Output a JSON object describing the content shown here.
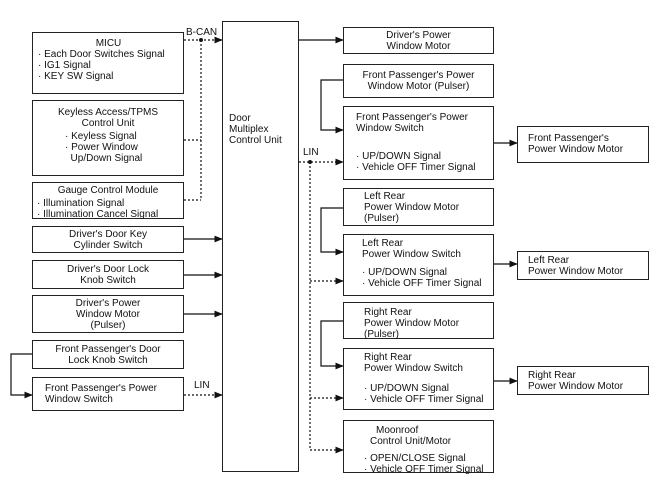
{
  "buses": {
    "b_can": "B-CAN",
    "lin": "LIN",
    "lin_left": "LIN"
  },
  "micu": {
    "title": "MICU",
    "lines": [
      "· Each Door Switches Signal",
      "· IG1 Signal",
      "· KEY SW Signal"
    ]
  },
  "keyless": {
    "title_1": "Keyless Access/TPMS",
    "title_2": "Control Unit",
    "lines": [
      "· Keyless Signal",
      "· Power Window",
      "  Up/Down Signal"
    ]
  },
  "gauge": {
    "title": "Gauge Control Module",
    "lines": [
      "· Illumination Signal",
      "· Illumination Cancel Signal"
    ]
  },
  "key_cyl": {
    "lines": [
      "Driver's Door Key",
      "Cylinder Switch"
    ]
  },
  "lock_knob": {
    "lines": [
      "Driver's Door Lock",
      "Knob Switch"
    ]
  },
  "drv_pulser": {
    "lines": [
      "Driver's Power",
      "Window Motor",
      "(Pulser)"
    ]
  },
  "fp_lock": {
    "lines": [
      "Front Passenger's Door",
      "Lock Knob Switch"
    ]
  },
  "fp_pws_left": {
    "lines": [
      "Front Passenger's Power",
      "Window Switch"
    ]
  },
  "center": {
    "lines": [
      "Door",
      "Multiplex",
      "Control Unit"
    ]
  },
  "drv_motor": {
    "lines": [
      "Driver's Power",
      "Window Motor"
    ]
  },
  "fp_motor_pulser": {
    "lines": [
      "Front Passenger's Power",
      "Window Motor (Pulser)"
    ]
  },
  "fp_switch": {
    "title_1": "Front Passenger's Power",
    "title_2": "Window Switch",
    "lines": [
      "· UP/DOWN Signal",
      "· Vehicle OFF Timer Signal"
    ]
  },
  "fp_motor_out": {
    "lines": [
      "Front Passenger's",
      "Power Window Motor"
    ]
  },
  "lr_pulser": {
    "lines": [
      "Left Rear",
      "Power Window Motor",
      "(Pulser)"
    ]
  },
  "lr_switch": {
    "title_1": "Left Rear",
    "title_2": "Power Window Switch",
    "lines": [
      "· UP/DOWN Signal",
      "· Vehicle OFF Timer Signal"
    ]
  },
  "lr_motor_out": {
    "lines": [
      "Left Rear",
      "Power Window Motor"
    ]
  },
  "rr_pulser": {
    "lines": [
      "Right Rear",
      "Power Window Motor",
      "(Pulser)"
    ]
  },
  "rr_switch": {
    "title_1": "Right Rear",
    "title_2": "Power Window Switch",
    "lines": [
      "· UP/DOWN Signal",
      "· Vehicle OFF Timer Signal"
    ]
  },
  "rr_motor_out": {
    "lines": [
      "Right Rear",
      "Power Window Motor"
    ]
  },
  "moonroof": {
    "title_1": "Moonroof",
    "title_2": "Control Unit/Motor",
    "lines": [
      "· OPEN/CLOSE Signal",
      "· Vehicle OFF Timer Signal"
    ]
  }
}
